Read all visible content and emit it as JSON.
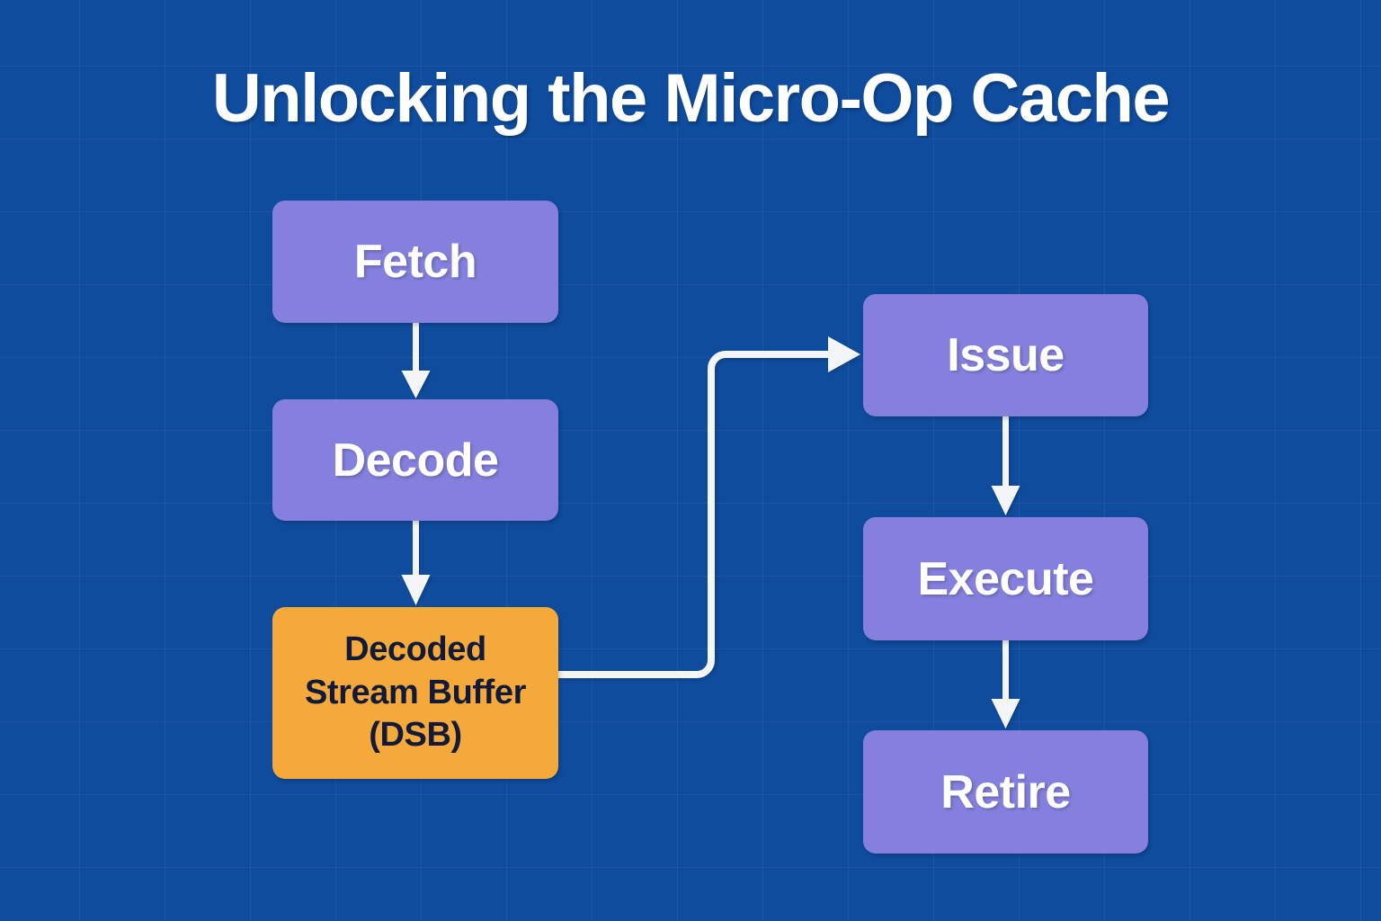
{
  "page": {
    "title": "Unlocking the Micro-Op Cache",
    "background_color": "#0f4c9e",
    "grid_line_color": "rgba(255,255,255,0.055)"
  },
  "diagram": {
    "type": "flowchart",
    "accent_purple": "#8580de",
    "accent_orange": "#f6a93b",
    "connector_color": "#ffffff",
    "nodes": [
      {
        "id": "fetch",
        "label": "Fetch",
        "color": "purple",
        "column": "left",
        "order": 1
      },
      {
        "id": "decode",
        "label": "Decode",
        "color": "purple",
        "column": "left",
        "order": 2
      },
      {
        "id": "dsb",
        "label_line1": "Decoded",
        "label_line2": "Stream Buffer",
        "label_line3": "(DSB)",
        "color": "orange",
        "column": "left",
        "order": 3
      },
      {
        "id": "issue",
        "label": "Issue",
        "color": "purple",
        "column": "right",
        "order": 1
      },
      {
        "id": "execute",
        "label": "Execute",
        "color": "purple",
        "column": "right",
        "order": 2
      },
      {
        "id": "retire",
        "label": "Retire",
        "color": "purple",
        "column": "right",
        "order": 3
      }
    ],
    "edges": [
      {
        "from": "fetch",
        "to": "decode",
        "style": "straight-down"
      },
      {
        "from": "decode",
        "to": "dsb",
        "style": "straight-down"
      },
      {
        "from": "dsb",
        "to": "issue",
        "style": "elbow-right-up"
      },
      {
        "from": "issue",
        "to": "execute",
        "style": "straight-down"
      },
      {
        "from": "execute",
        "to": "retire",
        "style": "straight-down"
      }
    ]
  }
}
